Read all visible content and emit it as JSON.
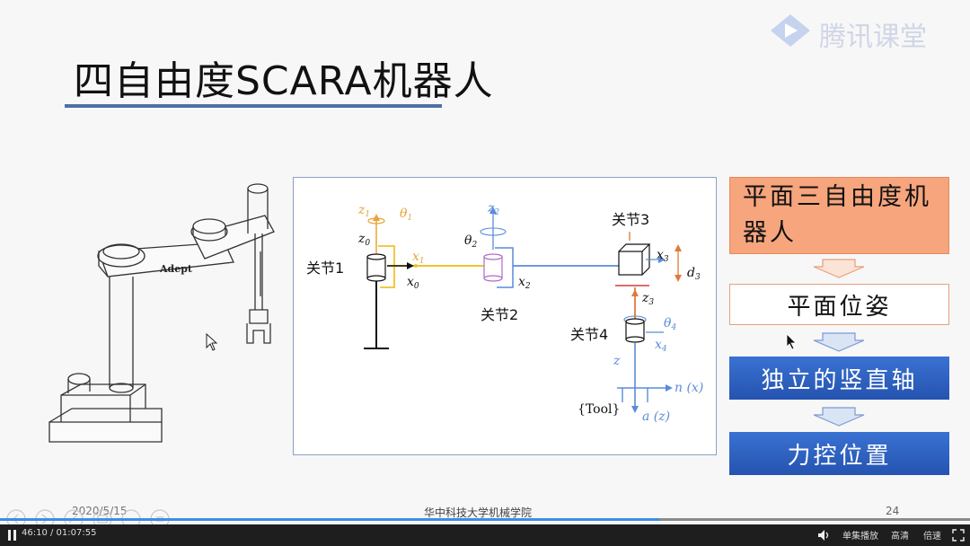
{
  "slide": {
    "title": "四自由度SCARA机器人",
    "logo_text": "腾讯课堂",
    "robot_brand": "Adept",
    "diagram": {
      "joint1": "关节1",
      "joint2": "关节2",
      "joint3": "关节3",
      "joint4": "关节4",
      "tool": "{Tool}",
      "z1": "z",
      "z1_sub": "1",
      "theta1": "θ",
      "theta1_sub": "1",
      "z0": "z",
      "z0_sub": "0",
      "x1": "x",
      "x1_sub": "1",
      "x0": "x",
      "x0_sub": "0",
      "z2": "z",
      "z2_sub": "2",
      "theta2": "θ",
      "theta2_sub": "2",
      "x2": "x",
      "x2_sub": "2",
      "x3": "x",
      "x3_sub": "3",
      "d3": "d",
      "d3_sub": "3",
      "z3": "z",
      "z3_sub": "3",
      "theta4": "θ",
      "theta4_sub": "4",
      "x4": "x",
      "x4_sub": "4",
      "z": "z",
      "n_x": "n (x)",
      "a_z": "a (z)"
    },
    "flow": {
      "box1": "平面三自由度机器人",
      "box2": "平面位姿",
      "box3": "独立的竖直轴",
      "box4": "力控位置"
    },
    "footer": {
      "date": "2020/5/15",
      "school": "华中科技大学机械学院",
      "page": "24"
    }
  },
  "player": {
    "time": "46:10 / 01:07:55",
    "progress": 0.68,
    "single_loop": "单集播放",
    "quality": "高清",
    "speed": "倍速",
    "colors": {
      "progress": "#3a8ee6",
      "bar": "#1e1e1e"
    }
  }
}
